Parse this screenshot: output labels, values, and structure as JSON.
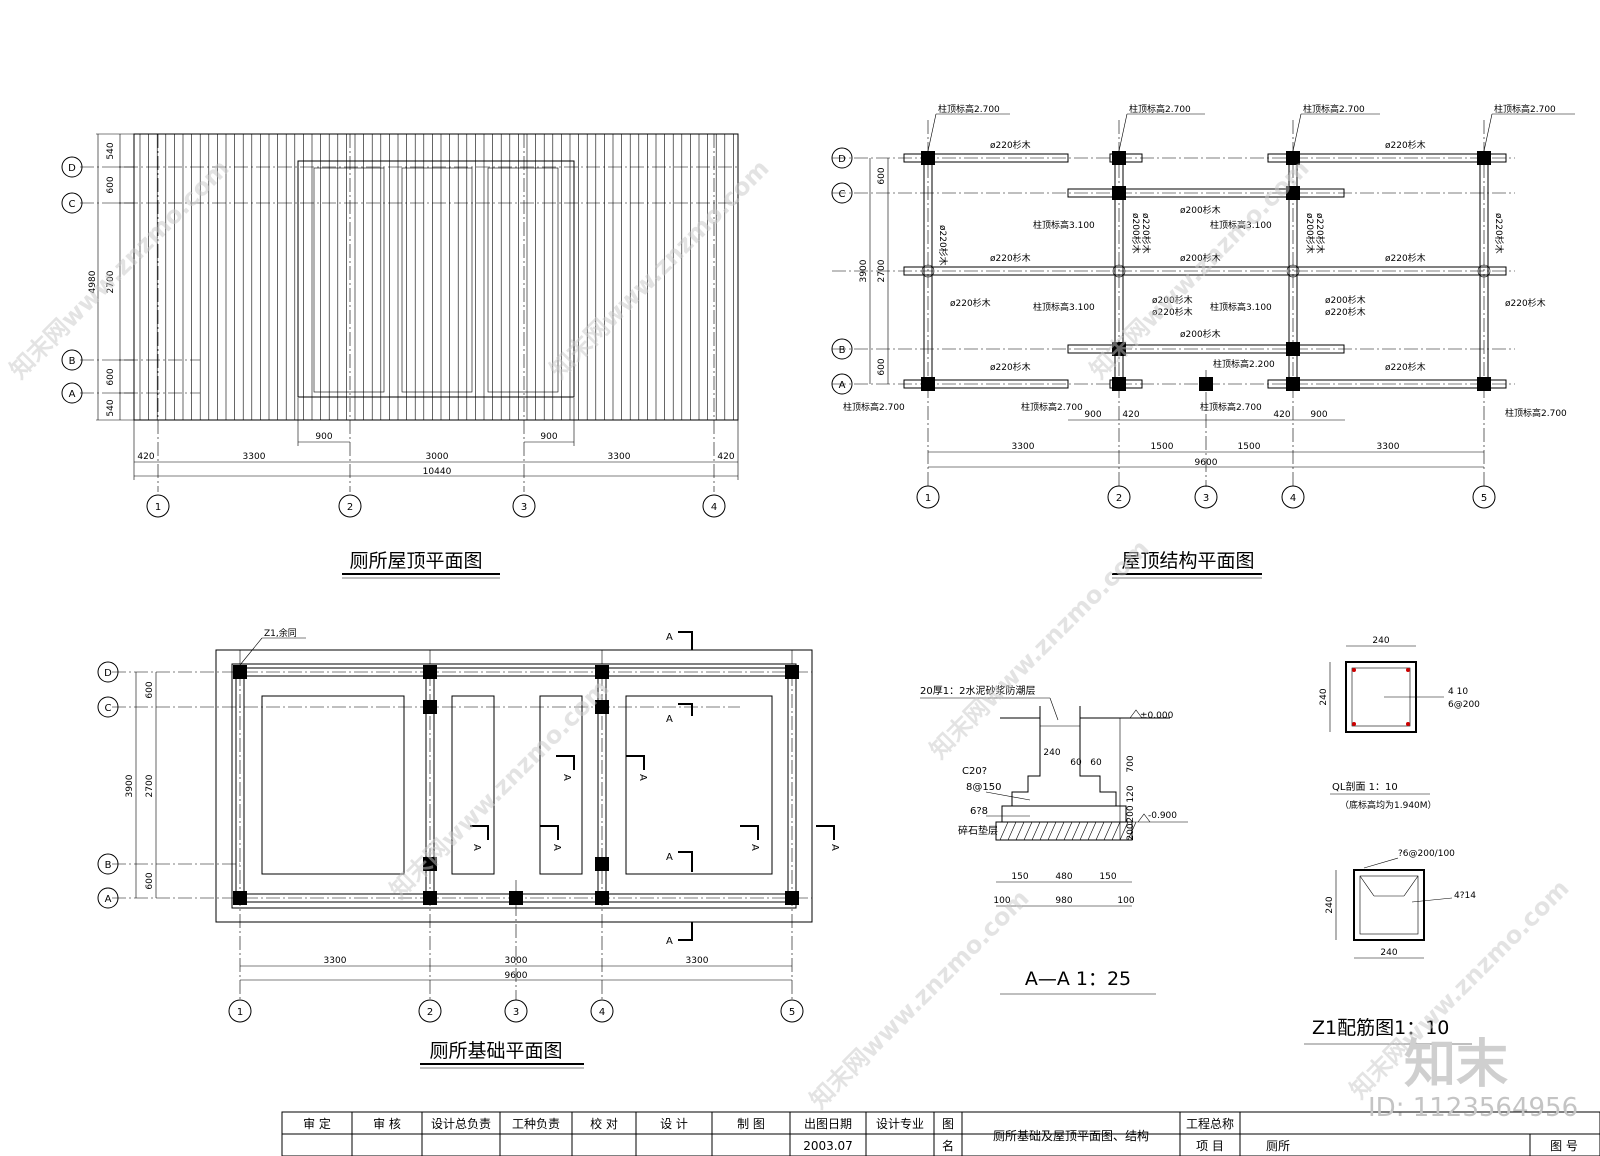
{
  "drawing": {
    "roof_plan": {
      "title": "厕所屋顶平面图",
      "grid_letters": [
        "D",
        "C",
        "B",
        "A"
      ],
      "grid_numbers": [
        "1",
        "2",
        "3",
        "4"
      ],
      "vertical_dims": [
        "540",
        "600",
        "2700",
        "600",
        "540"
      ],
      "total_vertical": "4980",
      "bottom_dims": [
        "420",
        "3300",
        "3000",
        "3300",
        "420"
      ],
      "total_horizontal": "10440",
      "inner_dim_left": "900",
      "inner_dim_right": "900"
    },
    "structure_plan": {
      "title": "屋顶结构平面图",
      "grid_letters": [
        "D",
        "C",
        "B",
        "A"
      ],
      "grid_numbers": [
        "1",
        "2",
        "3",
        "4",
        "5"
      ],
      "column_top_2700": "柱顶标高2.700",
      "column_top_3100": "柱顶标高3.100",
      "column_top_2200": "柱顶标高2.200",
      "fir_220": "ø220杉木",
      "fir_200": "ø200杉木",
      "fir_200_220": "ø200杉木\nø220杉木",
      "vertical_dims": [
        "600",
        "2700",
        "600"
      ],
      "total_vertical": "3900",
      "bottom_dims": [
        "3300",
        "1500",
        "1500",
        "3300"
      ],
      "total_horizontal": "9600",
      "small_dims": [
        "900",
        "420",
        "420",
        "900"
      ]
    },
    "foundation_plan": {
      "title": "厕所基础平面图",
      "column_note": "Z1,余同",
      "grid_letters": [
        "D",
        "C",
        "B",
        "A"
      ],
      "grid_numbers": [
        "1",
        "2",
        "3",
        "4",
        "5"
      ],
      "vertical_dims": [
        "600",
        "2700",
        "600"
      ],
      "total_vertical": "3900",
      "bottom_dims": [
        "3300",
        "3000",
        "3300"
      ],
      "total_horizontal": "9600",
      "section_mark": "A"
    },
    "section_aa": {
      "title": "A—A  1：25",
      "damp_layer": "20厚1：2水泥砂浆防潮层",
      "elev_zero": "±0.000",
      "elev_minus": "-0.900",
      "concrete": "C20?",
      "rebar_1": "8@150",
      "rebar_2": "6?8",
      "gravel": "碎石垫层",
      "dims_top": [
        "240",
        "60",
        "60"
      ],
      "dims_right": [
        "700",
        "120",
        "200",
        "200"
      ],
      "dims_bottom_1": [
        "150",
        "480",
        "150"
      ],
      "dims_bottom_2": [
        "100",
        "980",
        "100"
      ]
    },
    "ql_section": {
      "title": "QL剖面 1：10",
      "note": "（底标高均为1.940M）",
      "width": "240",
      "height": "240",
      "rebar_main": "4  10",
      "rebar_stirrup": "6@200"
    },
    "z1_detail": {
      "title": "Z1配筋图1：10",
      "stirrup": "?6@200/100",
      "main": "4?14",
      "width": "240",
      "height": "240"
    }
  },
  "title_block": {
    "cells": [
      "审  定",
      "审  核",
      "设计总负责",
      "工种负责",
      "校  对",
      "设  计",
      "制  图",
      "出图日期",
      "设计专业",
      "图"
    ],
    "date": "2003.07",
    "ming": "名",
    "drawing_name": "厕所基础及屋顶平面图、结构",
    "project_total_label": "工程总称",
    "project_label": "项  目",
    "project_value": "厕所",
    "drawing_no_label": "图  号"
  },
  "watermark": {
    "site": "知末网www.znzmo.com",
    "brand": "知末",
    "id": "ID: 1123564956"
  }
}
